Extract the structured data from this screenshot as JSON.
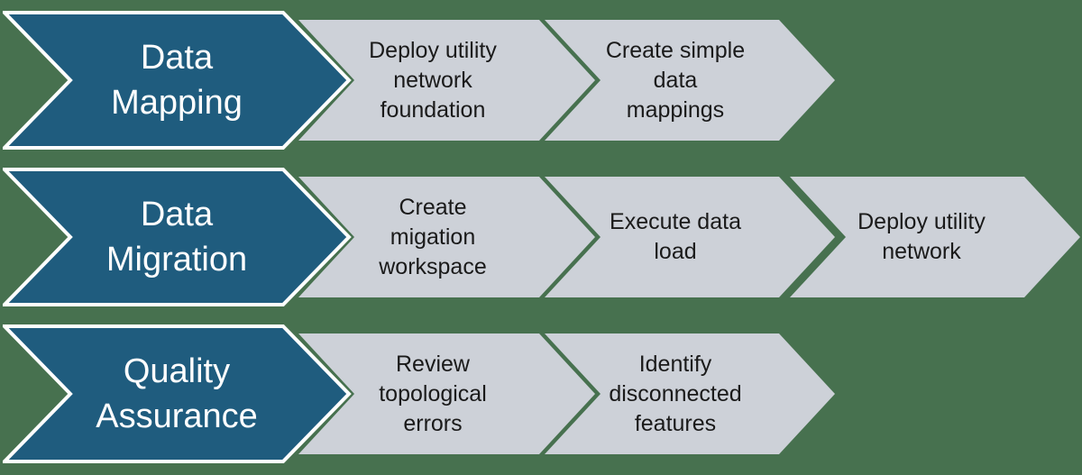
{
  "diagram_type": "chevron-process-flow",
  "colors": {
    "bg": "#47714f",
    "stage-fill": "#1f5c7e",
    "stage-border": "#ffffff",
    "stage-text": "#ffffff",
    "step-fill": "#cdd1d8",
    "step-text": "#1a1a1a"
  },
  "rows": [
    {
      "stage": "Data\nMapping",
      "steps": [
        "Deploy utility\nnetwork\nfoundation",
        "Create simple\ndata\nmappings"
      ]
    },
    {
      "stage": "Data\nMigration",
      "steps": [
        "Create\nmigation\nworkspace",
        "Execute data\nload",
        "Deploy utility\nnetwork"
      ]
    },
    {
      "stage": "Quality\nAssurance",
      "steps": [
        "Review\ntopological\nerrors",
        "Identify\ndisconnected\nfeatures"
      ]
    }
  ]
}
